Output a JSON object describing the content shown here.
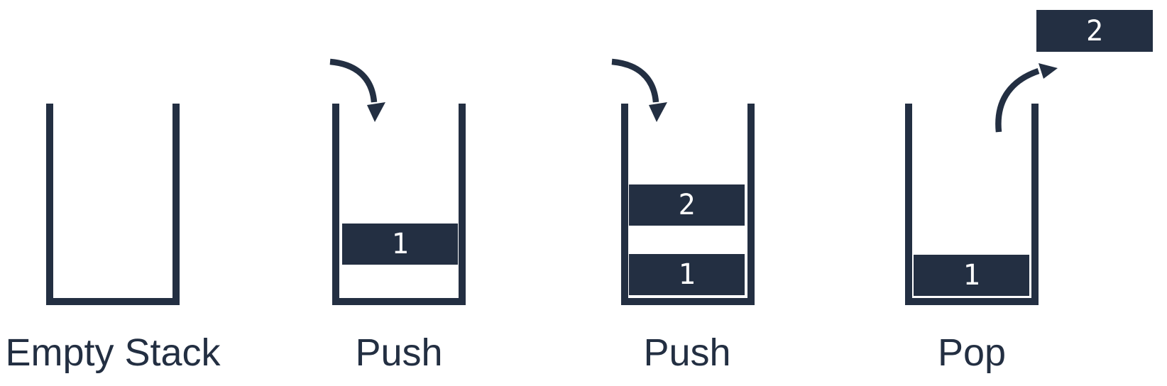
{
  "colors": {
    "ink": "#232F42",
    "block-text": "#FFFFFF",
    "background": "#FFFFFF"
  },
  "panels": [
    {
      "label": "Empty Stack",
      "blocks": []
    },
    {
      "label": "Push",
      "arrow": "push",
      "blocks": [
        {
          "value": "1"
        }
      ]
    },
    {
      "label": "Push",
      "arrow": "push",
      "blocks": [
        {
          "value": "2"
        },
        {
          "value": "1"
        }
      ]
    },
    {
      "label": "Pop",
      "arrow": "pop",
      "popped_block": {
        "value": "2"
      },
      "blocks": [
        {
          "value": "1"
        }
      ]
    }
  ]
}
